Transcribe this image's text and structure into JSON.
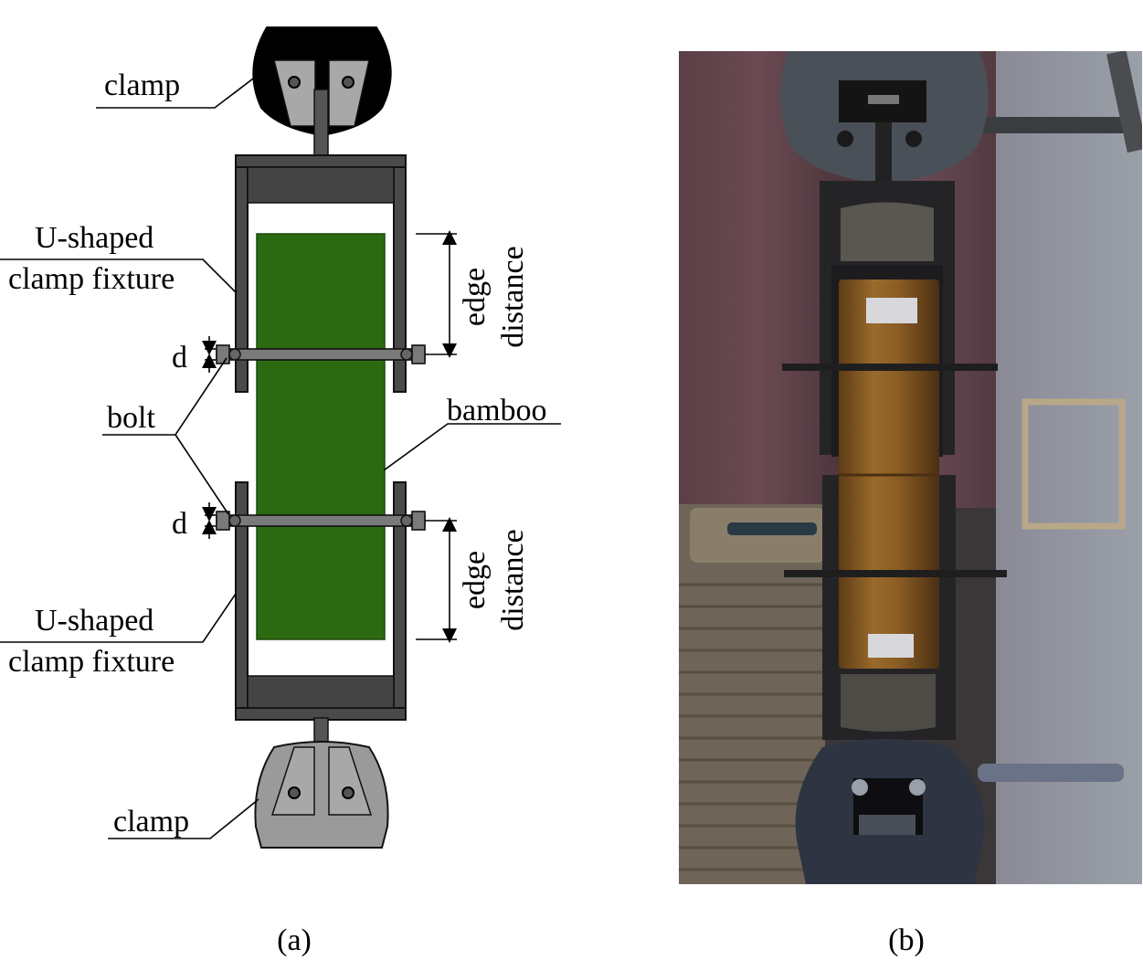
{
  "figure": {
    "panel_a": {
      "caption": "(a)",
      "labels": {
        "clamp_top": "clamp",
        "clamp_bottom": "clamp",
        "fixture_top_line1": "U-shaped",
        "fixture_top_line2": "clamp fixture",
        "fixture_bottom_line1": "U-shaped",
        "fixture_bottom_line2": "clamp fixture",
        "bolt": "bolt",
        "bamboo": "bamboo",
        "d_top": "d",
        "d_bottom": "d",
        "edge_top_line1": "edge",
        "edge_top_line2": "distance",
        "edge_bottom_line1": "edge",
        "edge_bottom_line2": "distance"
      }
    },
    "panel_b": {
      "caption": "(b)"
    }
  },
  "colors": {
    "bamboo_green": "#2c6a12",
    "frame_dark": "#4a4a4a",
    "clamp_top": "#000000",
    "clamp_bottom": "#9a9a9a",
    "jaw_gray": "#a8a8a8",
    "photo_background": "#3b3638",
    "photo_bamboo": "#8a5a24"
  }
}
